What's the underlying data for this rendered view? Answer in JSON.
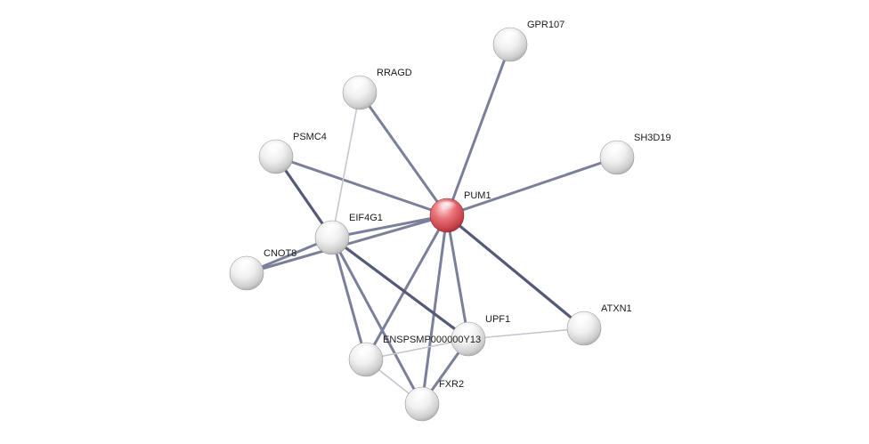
{
  "network": {
    "nodes": [
      {
        "id": "PUM1",
        "label": "PUM1",
        "highlight": true
      },
      {
        "id": "GPR107",
        "label": "GPR107",
        "highlight": false
      },
      {
        "id": "RRAGD",
        "label": "RRAGD",
        "highlight": false
      },
      {
        "id": "SH3D19",
        "label": "SH3D19",
        "highlight": false
      },
      {
        "id": "PSMC4",
        "label": "PSMC4",
        "highlight": false
      },
      {
        "id": "EIF4G1",
        "label": "EIF4G1",
        "highlight": false
      },
      {
        "id": "CNOT8",
        "label": "CNOT8",
        "highlight": false
      },
      {
        "id": "UPF1",
        "label": "UPF1",
        "highlight": false
      },
      {
        "id": "ATXN1",
        "label": "ATXN1",
        "highlight": false
      },
      {
        "id": "ENSPSMP",
        "label": "ENSPSMP000000Y13",
        "highlight": false
      },
      {
        "id": "FXR2",
        "label": "FXR2",
        "highlight": false
      }
    ],
    "edges": [
      {
        "source": "PUM1",
        "target": "GPR107",
        "strength": "medium"
      },
      {
        "source": "PUM1",
        "target": "RRAGD",
        "strength": "medium"
      },
      {
        "source": "PUM1",
        "target": "SH3D19",
        "strength": "medium"
      },
      {
        "source": "PUM1",
        "target": "PSMC4",
        "strength": "medium"
      },
      {
        "source": "PUM1",
        "target": "EIF4G1",
        "strength": "medium"
      },
      {
        "source": "PUM1",
        "target": "CNOT8",
        "strength": "medium"
      },
      {
        "source": "PUM1",
        "target": "UPF1",
        "strength": "medium"
      },
      {
        "source": "PUM1",
        "target": "ATXN1",
        "strength": "strong"
      },
      {
        "source": "PUM1",
        "target": "ENSPSMP",
        "strength": "medium"
      },
      {
        "source": "PUM1",
        "target": "FXR2",
        "strength": "medium"
      },
      {
        "source": "RRAGD",
        "target": "EIF4G1",
        "strength": "weak"
      },
      {
        "source": "PSMC4",
        "target": "EIF4G1",
        "strength": "strong"
      },
      {
        "source": "EIF4G1",
        "target": "CNOT8",
        "strength": "medium"
      },
      {
        "source": "EIF4G1",
        "target": "UPF1",
        "strength": "strong"
      },
      {
        "source": "EIF4G1",
        "target": "ENSPSMP",
        "strength": "medium"
      },
      {
        "source": "EIF4G1",
        "target": "FXR2",
        "strength": "medium"
      },
      {
        "source": "UPF1",
        "target": "ATXN1",
        "strength": "weak"
      },
      {
        "source": "UPF1",
        "target": "ENSPSMP",
        "strength": "weak"
      },
      {
        "source": "UPF1",
        "target": "FXR2",
        "strength": "medium"
      },
      {
        "source": "ENSPSMP",
        "target": "FXR2",
        "strength": "weak"
      }
    ],
    "colors": {
      "edge_strong": "#545a78",
      "edge_medium": "#7a8099",
      "edge_weak": "#c4c6d0",
      "node_default": "#e6e6e6",
      "node_highlight": "#d9555c"
    }
  }
}
